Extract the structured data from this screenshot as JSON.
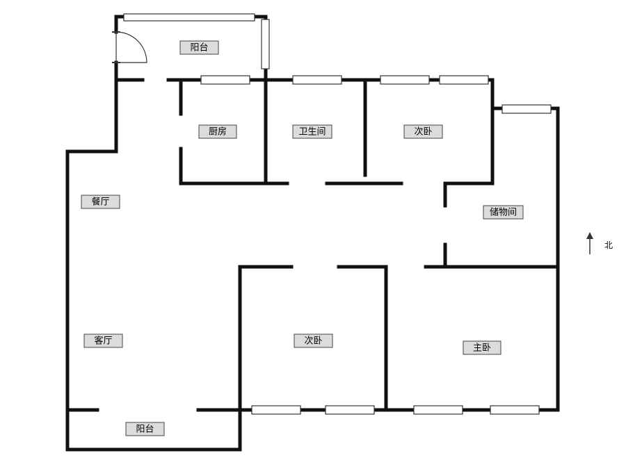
{
  "rooms": {
    "balcony_north": "阳台",
    "kitchen": "厨房",
    "bathroom": "卫生间",
    "bedroom_north": "次卧",
    "storage": "储物间",
    "dining": "餐厅",
    "living": "客厅",
    "bedroom_south": "次卧",
    "master_bedroom": "主卧",
    "balcony_south": "阳台"
  },
  "compass": {
    "label": "北"
  }
}
